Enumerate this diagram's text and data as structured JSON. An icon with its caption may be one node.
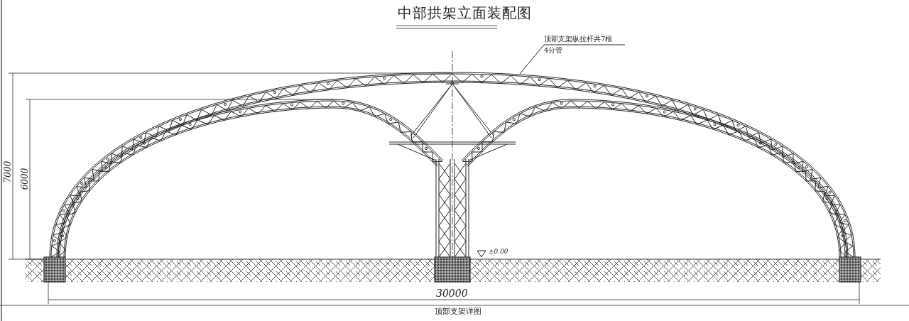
{
  "diagram": {
    "title": "中部拱架立面装配图",
    "nodes": [
      {
        "text": [
          "顶部支架纵拉杆共7根",
          "4分管"
        ]
      },
      {
        "text": [],
        "shape": "picture"
      }
    ],
    "edges": [
      {
        "from": 0,
        "to": 1,
        "arrow": "none"
      }
    ],
    "labels": [
      "7000",
      "6000",
      "±0.00",
      "30000",
      "顶部支架详图"
    ]
  }
}
